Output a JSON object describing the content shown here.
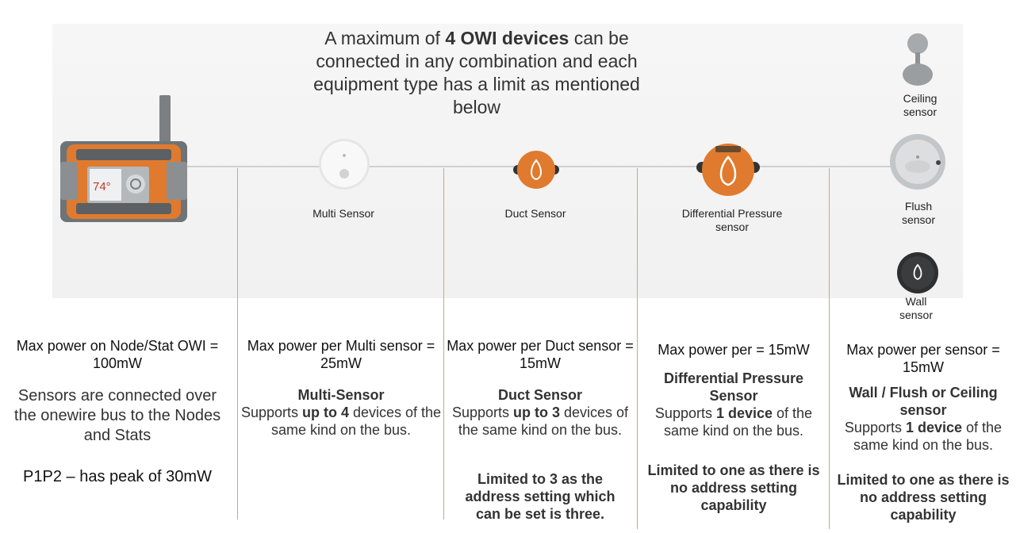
{
  "title": {
    "pre": "A maximum of ",
    "strong": "4 OWI devices",
    "post": " can be connected in any combination and each equipment type has a limit as mentioned below"
  },
  "controller": {
    "display": "74°"
  },
  "labels": {
    "multi": "Multi Sensor",
    "duct": "Duct Sensor",
    "diff_1": "Differential Pressure",
    "diff_2": "sensor",
    "ceiling_1": "Ceiling",
    "ceiling_2": "sensor",
    "flush_1": "Flush",
    "flush_2": "sensor",
    "wall_1": "Wall",
    "wall_2": "sensor"
  },
  "columns": {
    "node": {
      "power": "Max power on Node/Stat OWI = 100mW",
      "desc": "Sensors are connected over the onewire bus to the Nodes and Stats",
      "peak": "P1P2 – has peak of 30mW"
    },
    "multi": {
      "power": "Max power per Multi sensor = 25mW",
      "heading": "Multi-Sensor",
      "sup_pre": "Supports ",
      "sup_strong": "up to 4",
      "sup_post": " devices of the same kind on the bus."
    },
    "duct": {
      "power": "Max power per Duct sensor = 15mW",
      "heading": "Duct Sensor",
      "sup_pre": "Supports ",
      "sup_strong": "up to 3",
      "sup_post": " devices of the same kind on the bus.",
      "limit": "Limited to 3 as the address setting which can be set is three."
    },
    "diff": {
      "power": "Max power per = 15mW",
      "heading": "Differential Pressure Sensor",
      "sup_pre": "Supports ",
      "sup_strong": "1 device",
      "sup_post": " of the same kind on the bus.",
      "limit": "Limited to one as there is no address setting capability"
    },
    "wall": {
      "power": "Max power per sensor = 15mW",
      "heading": "Wall / Flush or Ceiling sensor",
      "sup_pre": "Supports ",
      "sup_strong": "1 device",
      "sup_post": " of the same kind on the bus.",
      "limit": "Limited to one as there is no address setting capability"
    }
  },
  "colors": {
    "orange": "#e07a2e",
    "divider": "#c9a877",
    "gray_device": "#8a8f94"
  }
}
